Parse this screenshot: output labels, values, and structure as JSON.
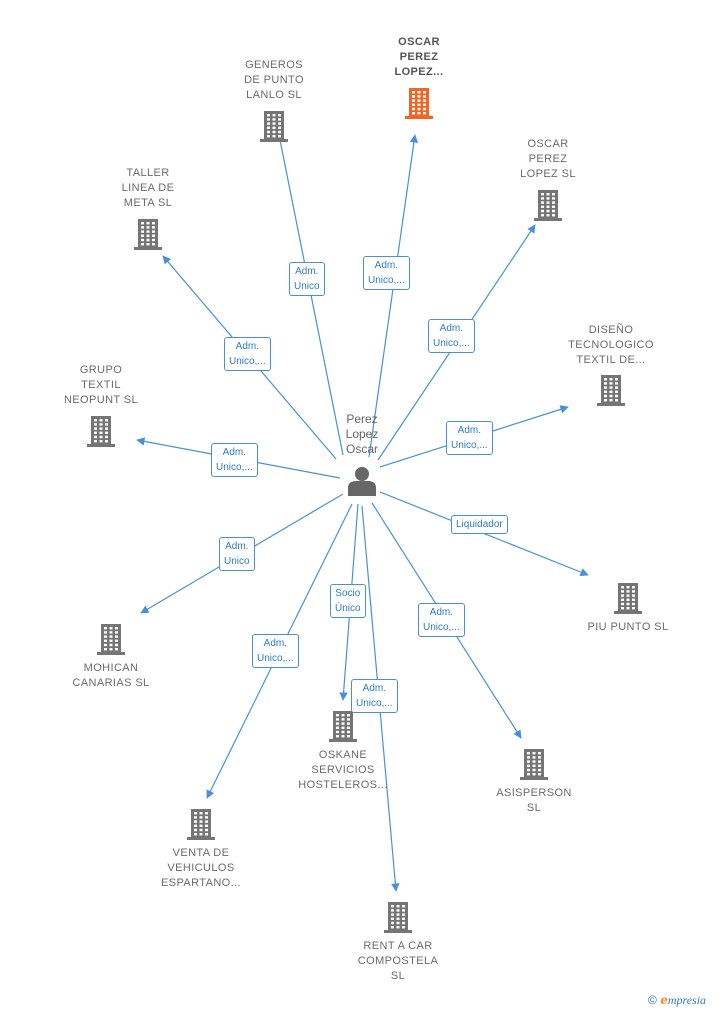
{
  "diagram": {
    "center": {
      "name": "Perez Lopez Oscar",
      "lines": [
        "Perez",
        "Lopez",
        "Oscar"
      ]
    },
    "nodes": [
      {
        "id": "generos",
        "lines": [
          "GENEROS",
          "DE PUNTO",
          "LANLO  SL"
        ],
        "highlight": false
      },
      {
        "id": "oscar-perez-lopez-dots",
        "lines": [
          "OSCAR",
          "PEREZ",
          "LOPEZ..."
        ],
        "highlight": true
      },
      {
        "id": "oscar-perez-lopez-sl",
        "lines": [
          "OSCAR",
          "PEREZ",
          "LOPEZ  SL"
        ],
        "highlight": false
      },
      {
        "id": "taller",
        "lines": [
          "TALLER",
          "LINEA DE",
          "META  SL"
        ],
        "highlight": false
      },
      {
        "id": "diseno",
        "lines": [
          "DISEÑO",
          "TECNOLOGICO",
          "TEXTIL DE..."
        ],
        "highlight": false
      },
      {
        "id": "grupo",
        "lines": [
          "GRUPO",
          "TEXTIL",
          "NEOPUNT  SL"
        ],
        "highlight": false
      },
      {
        "id": "piu",
        "lines": [
          "PIU PUNTO SL"
        ],
        "highlight": false
      },
      {
        "id": "mohican",
        "lines": [
          "MOHICAN",
          "CANARIAS  SL"
        ],
        "highlight": false
      },
      {
        "id": "oskane",
        "lines": [
          "OSKANE",
          "SERVICIOS",
          "HOSTELEROS..."
        ],
        "highlight": false
      },
      {
        "id": "asisperson",
        "lines": [
          "ASISPERSON",
          "SL"
        ],
        "highlight": false
      },
      {
        "id": "venta",
        "lines": [
          "VENTA DE",
          "VEHICULOS",
          "ESPARTANO..."
        ],
        "highlight": false
      },
      {
        "id": "rentacar",
        "lines": [
          "RENT A CAR",
          "COMPOSTELA",
          "SL"
        ],
        "highlight": false
      }
    ],
    "edges": [
      {
        "to": "generos",
        "lines": [
          "Adm.",
          "Unico"
        ]
      },
      {
        "to": "oscar-perez-lopez-dots",
        "lines": [
          "Adm.",
          "Unico,..."
        ]
      },
      {
        "to": "oscar-perez-lopez-sl",
        "lines": [
          "Adm.",
          "Unico,..."
        ]
      },
      {
        "to": "taller",
        "lines": [
          "Adm.",
          "Unico,..."
        ]
      },
      {
        "to": "diseno",
        "lines": [
          "Adm.",
          "Unico,..."
        ]
      },
      {
        "to": "grupo",
        "lines": [
          "Adm.",
          "Unico,..."
        ]
      },
      {
        "to": "piu",
        "lines": [
          "Liquidador"
        ]
      },
      {
        "to": "mohican",
        "lines": [
          "Adm.",
          "Unico"
        ]
      },
      {
        "to": "oskane",
        "lines": [
          "Socio",
          "Único"
        ]
      },
      {
        "to": "rentacar",
        "lines": [
          "Adm.",
          "Unico,..."
        ]
      },
      {
        "to": "asisperson",
        "lines": [
          "Adm.",
          "Unico,..."
        ]
      },
      {
        "to": "venta",
        "lines": [
          "Adm.",
          "Unico,..."
        ]
      }
    ],
    "colors": {
      "edge": "#4a90d9",
      "node_icon": "#757575",
      "node_icon_highlight": "#f26522",
      "center_icon": "#666666"
    }
  },
  "footer": {
    "copyright_symbol": "©",
    "brand_initial": "e",
    "brand_rest": "mpresia"
  }
}
